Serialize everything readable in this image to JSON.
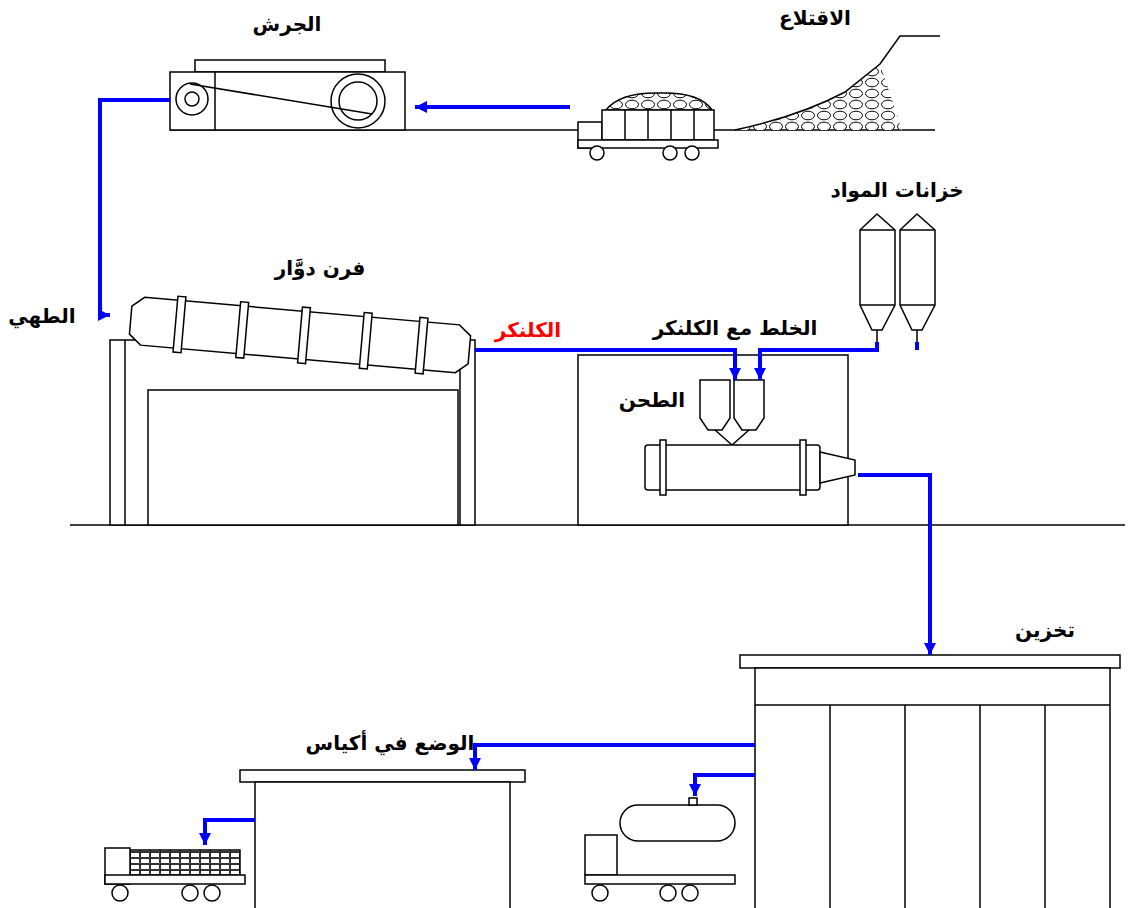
{
  "diagram": {
    "nodes": [
      {
        "text": [
          "الجرش"
        ]
      },
      {
        "text": [
          "فرن دوَّار",
          "الطهي"
        ]
      },
      {
        "text": [
          "خزانات المواد"
        ]
      },
      {
        "text": [
          "الخلط مع الكلنكر",
          "الطحن"
        ]
      },
      {
        "text": [
          "تخزين"
        ]
      },
      {
        "text": [
          "الوضع في أكياس"
        ]
      }
    ],
    "edges": [
      {
        "from": 0,
        "to": 1,
        "arrow": "to"
      },
      {
        "from": 1,
        "to": 3,
        "label": "الكلنكر",
        "arrow": "to"
      },
      {
        "from": 2,
        "to": 3,
        "arrow": "to"
      },
      {
        "from": 3,
        "to": 4,
        "arrow": "to"
      },
      {
        "from": 4,
        "to": 5,
        "arrow": "to"
      }
    ],
    "labels": [
      "الاقتلاع"
    ]
  }
}
